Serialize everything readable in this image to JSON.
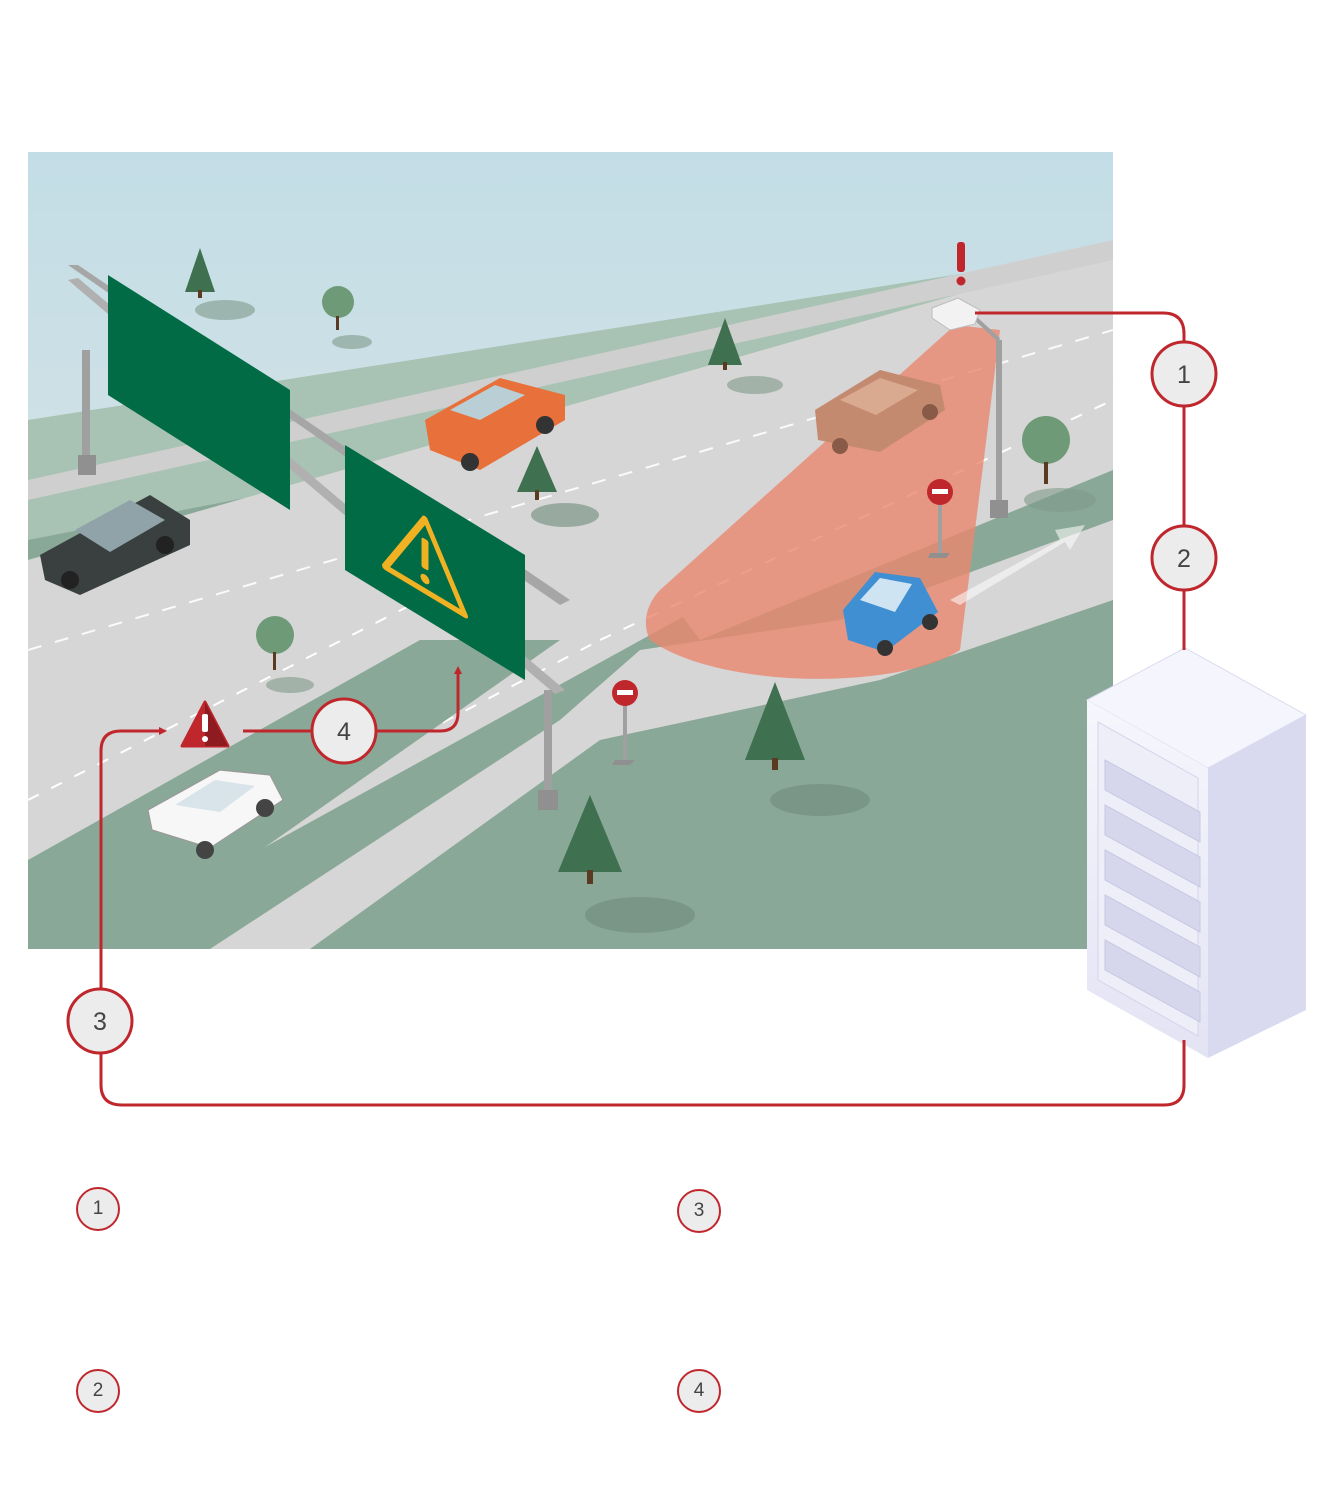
{
  "steps": [
    {
      "number": "1"
    },
    {
      "number": "2"
    },
    {
      "number": "3"
    },
    {
      "number": "4"
    }
  ],
  "legend": [
    {
      "number": "1"
    },
    {
      "number": "3"
    },
    {
      "number": "2"
    },
    {
      "number": "4"
    }
  ],
  "colors": {
    "sky_top": "#c3dde6",
    "grass": "#86a492",
    "road": "#d6d6d6",
    "accent_red": "#c0272d",
    "sign_green": "#006b45",
    "detection_cone": "#e8876f",
    "server": "#e8e8f7"
  },
  "icons": {
    "overhead_sign_warning": "warning-triangle-icon",
    "sensor_alert": "exclamation-icon",
    "vehicle_alert": "warning-triangle-icon",
    "no_entry": "no-entry-sign-icon"
  }
}
